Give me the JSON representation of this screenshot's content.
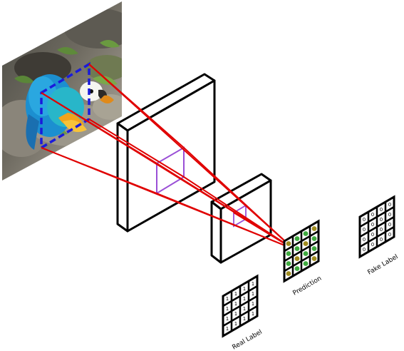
{
  "labels": {
    "prediction": "Prediction",
    "fake_label": "Fake Label",
    "real_label": "Real Label"
  },
  "grids": {
    "fake_value": "0",
    "real_value": "1",
    "size": 4
  },
  "colors": {
    "receptive_field_lines": "#e00000",
    "input_patch_border": "#1a1adc",
    "feature_patch_border": "#9a4fd6",
    "prediction_dot_green": "#3faa3f",
    "prediction_dot_olive": "#a08c1e"
  }
}
